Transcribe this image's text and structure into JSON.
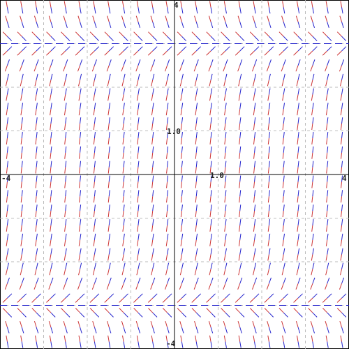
{
  "chart_data": {
    "type": "slope_field",
    "title": "",
    "xlabel": "",
    "ylabel": "",
    "xlim": [
      -4,
      4
    ],
    "ylim": [
      -4,
      4
    ],
    "grid": true,
    "grid_step": 1,
    "sample_step": 0.3333,
    "equilibria_y": [
      3,
      -3
    ],
    "tick_labels": {
      "x_min": "-4",
      "x_max": "4",
      "x_unit": "1.0",
      "y_max": "4",
      "y_min": "-4",
      "y_unit": "1.0"
    },
    "colors": {
      "axis": "#000000",
      "grid": "#bbbbbb",
      "segment_primary": "#2222cc",
      "segment_secondary": "#cc3333"
    }
  }
}
